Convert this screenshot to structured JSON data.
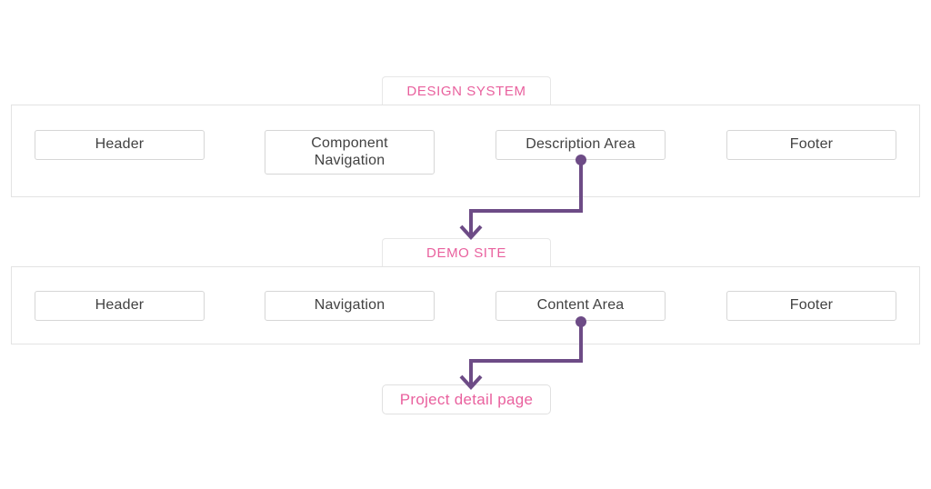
{
  "colors": {
    "pink": "#e9619e",
    "purple": "#6d4b86"
  },
  "design_system": {
    "label": "DESIGN SYSTEM",
    "boxes": [
      {
        "label": "Header"
      },
      {
        "label": "Component Navigation"
      },
      {
        "label": "Description Area"
      },
      {
        "label": "Footer"
      }
    ]
  },
  "demo_site": {
    "label": "DEMO SITE",
    "boxes": [
      {
        "label": "Header"
      },
      {
        "label": "Navigation"
      },
      {
        "label": "Content Area"
      },
      {
        "label": "Footer"
      }
    ]
  },
  "terminal": {
    "label": "Project detail page"
  },
  "connections": [
    {
      "from": "Description Area",
      "to": "DEMO SITE"
    },
    {
      "from": "Content Area",
      "to": "Project detail page"
    }
  ]
}
